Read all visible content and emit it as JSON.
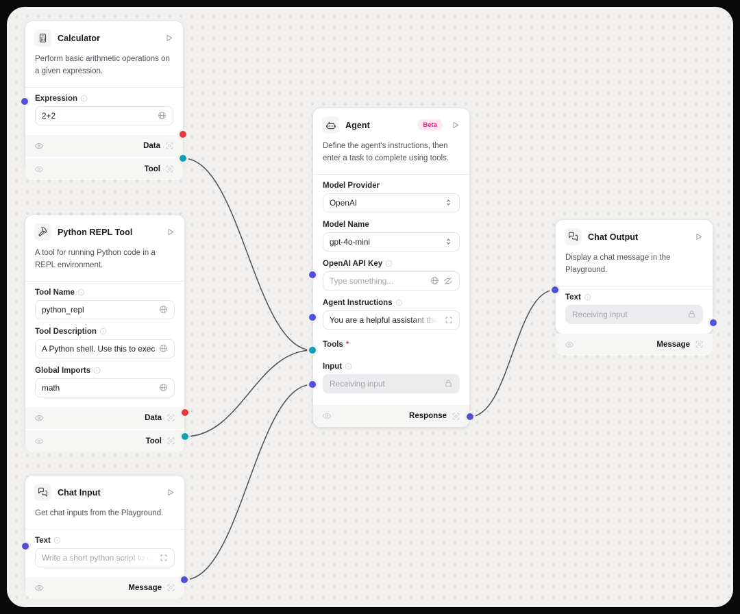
{
  "colors": {
    "frame": "#0a0a0a",
    "canvas_bg": "#f1f0ee",
    "grid_dot": "#cfcdc9",
    "edge": "#55555a",
    "handle_red": "#e5393d",
    "handle_teal": "#0f9fb3",
    "handle_indigo": "#4f51d8",
    "beta_bg": "#fce7f3",
    "beta_text": "#db2777"
  },
  "nodes": {
    "calculator": {
      "icon": "calculator-icon",
      "title": "Calculator",
      "description": "Perform basic arithmetic operations on a given expression.",
      "fields": {
        "expression": {
          "label": "Expression",
          "value": "2+2"
        }
      },
      "outputs": {
        "data": "Data",
        "tool": "Tool"
      }
    },
    "python_repl": {
      "icon": "hammer-icon",
      "title": "Python REPL Tool",
      "description": "A tool for running Python code in a REPL environment.",
      "fields": {
        "tool_name": {
          "label": "Tool Name",
          "value": "python_repl"
        },
        "tool_description": {
          "label": "Tool Description",
          "value": "A Python shell. Use this to execut..."
        },
        "global_imports": {
          "label": "Global Imports",
          "value": "math"
        }
      },
      "outputs": {
        "data": "Data",
        "tool": "Tool"
      }
    },
    "chat_input": {
      "icon": "messages-icon",
      "title": "Chat Input",
      "description": "Get chat inputs from the Playground.",
      "fields": {
        "text": {
          "label": "Text",
          "placeholder": "Write a short python script to calcu"
        }
      },
      "outputs": {
        "message": "Message"
      }
    },
    "agent": {
      "icon": "bot-icon",
      "title": "Agent",
      "badge": "Beta",
      "description": "Define the agent's instructions, then enter a task to complete using tools.",
      "fields": {
        "model_provider": {
          "label": "Model Provider",
          "value": "OpenAI"
        },
        "model_name": {
          "label": "Model Name",
          "value": "gpt-4o-mini"
        },
        "api_key": {
          "label": "OpenAI API Key",
          "placeholder": "Type something..."
        },
        "instructions": {
          "label": "Agent Instructions",
          "value": "You are a helpful assistant that can"
        },
        "tools": {
          "label": "Tools",
          "required": "*"
        },
        "input": {
          "label": "Input",
          "placeholder": "Receiving input"
        }
      },
      "outputs": {
        "response": "Response"
      }
    },
    "chat_output": {
      "icon": "messages-icon",
      "title": "Chat Output",
      "description": "Display a chat message in the Playground.",
      "fields": {
        "text": {
          "label": "Text",
          "placeholder": "Receiving input"
        }
      },
      "outputs": {
        "message": "Message"
      }
    }
  }
}
